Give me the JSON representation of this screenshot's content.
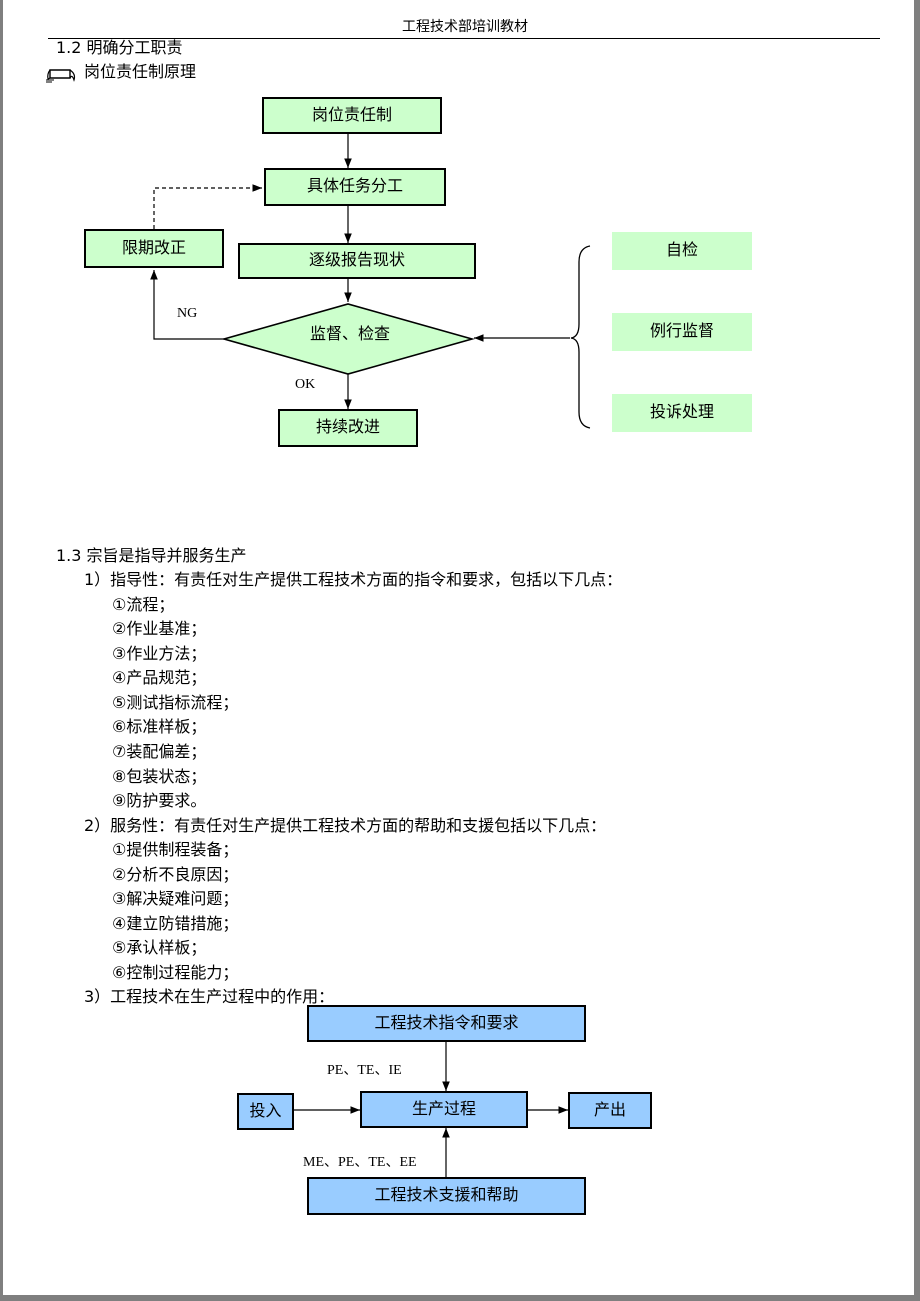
{
  "header": {
    "title": "工程技术部培训教材"
  },
  "section_1_2": {
    "heading": "1.2  明确分工职责",
    "subheading": "岗位责任制原理"
  },
  "flow1": {
    "box_top": "岗位责任制",
    "box_task": "具体任务分工",
    "box_report": "逐级报告现状",
    "diamond": "监督、检查",
    "box_improve": "持续改进",
    "box_deadline": "限期改正",
    "label_ng": "NG",
    "label_ok": "OK",
    "right_items": [
      "自检",
      "例行监督",
      "投诉处理"
    ]
  },
  "section_1_3": {
    "heading": "1.3 宗旨是指导并服务生产",
    "p1": "1）指导性：有责任对生产提供工程技术方面的指令和要求，包括以下几点：",
    "p1_items": [
      "①流程；",
      "②作业基准；",
      "③作业方法；",
      "④产品规范；",
      "⑤测试指标流程；",
      "⑥标准样板；",
      "⑦装配偏差；",
      "⑧包装状态；",
      "⑨防护要求。"
    ],
    "p2": "2）服务性：有责任对生产提供工程技术方面的帮助和支援包括以下几点：",
    "p2_items": [
      "①提供制程装备；",
      "②分析不良原因；",
      "③解决疑难问题；",
      "④建立防错措施；",
      "⑤承认样板；",
      "⑥控制过程能力；"
    ],
    "p3": "3）工程技术在生产过程中的作用："
  },
  "flow2": {
    "top": "工程技术指令和要求",
    "input": "投入",
    "process": "生产过程",
    "output": "产出",
    "bottom": "工程技术支援和帮助",
    "label_top": "PE、TE、IE",
    "label_bottom": "ME、PE、TE、EE"
  },
  "colors": {
    "green_box": "#ccffcc",
    "blue_box": "#99ccff",
    "frame_gray": "#7f7f7f"
  }
}
